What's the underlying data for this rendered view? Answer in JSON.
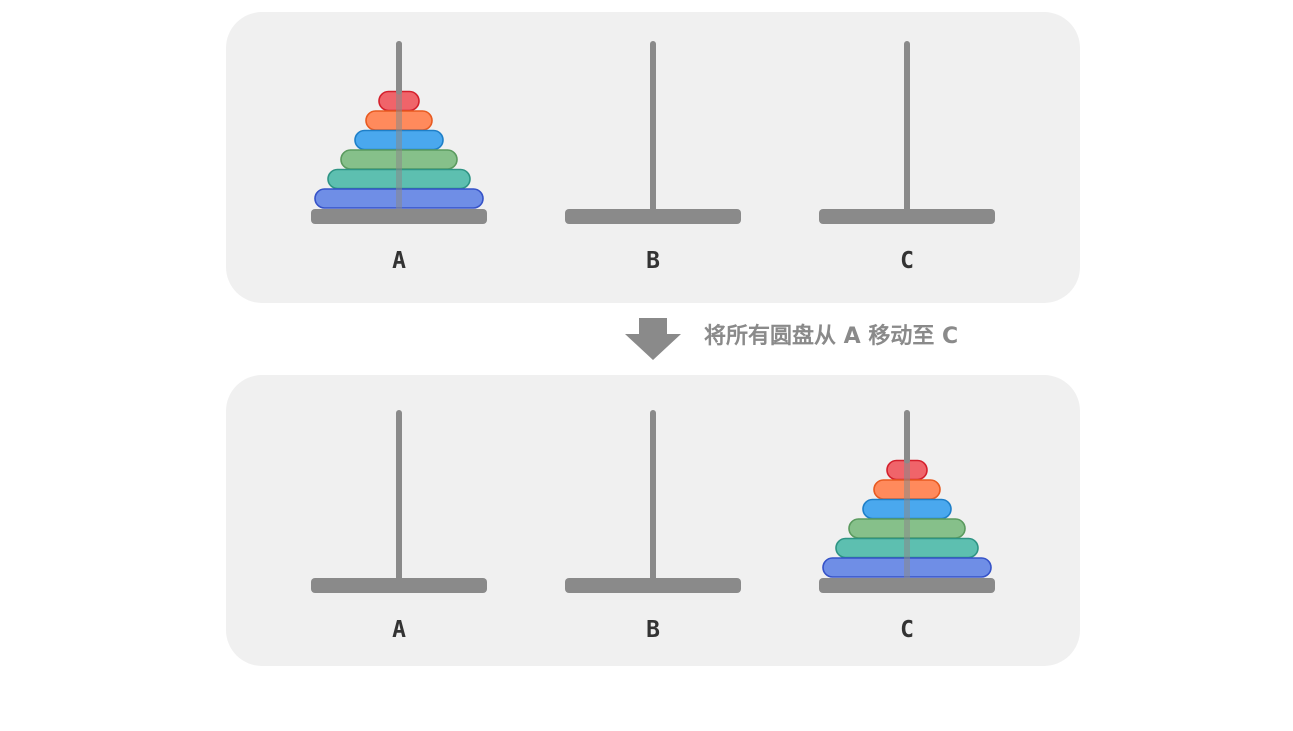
{
  "panels": {
    "top": {
      "pegs": [
        {
          "label": "A",
          "disks": 6
        },
        {
          "label": "B",
          "disks": 0
        },
        {
          "label": "C",
          "disks": 0
        }
      ]
    },
    "bottom": {
      "pegs": [
        {
          "label": "A",
          "disks": 0
        },
        {
          "label": "B",
          "disks": 0
        },
        {
          "label": "C",
          "disks": 6
        }
      ]
    }
  },
  "caption": "将所有圆盘从 A 移动至 C",
  "colors": {
    "panel_bg": "#f0f0f0",
    "peg": "#8a8a8a",
    "label": "#333333",
    "caption": "#8a8a8a",
    "disks": [
      {
        "fill": "#f0646a",
        "stroke": "#d4202c"
      },
      {
        "fill": "#ff8a5c",
        "stroke": "#e85a20"
      },
      {
        "fill": "#4aa8ee",
        "stroke": "#1e7fc8"
      },
      {
        "fill": "#86c08a",
        "stroke": "#5a9a5e"
      },
      {
        "fill": "#5dbfb0",
        "stroke": "#2e9484"
      },
      {
        "fill": "#6f8ee6",
        "stroke": "#3552c8"
      }
    ]
  }
}
